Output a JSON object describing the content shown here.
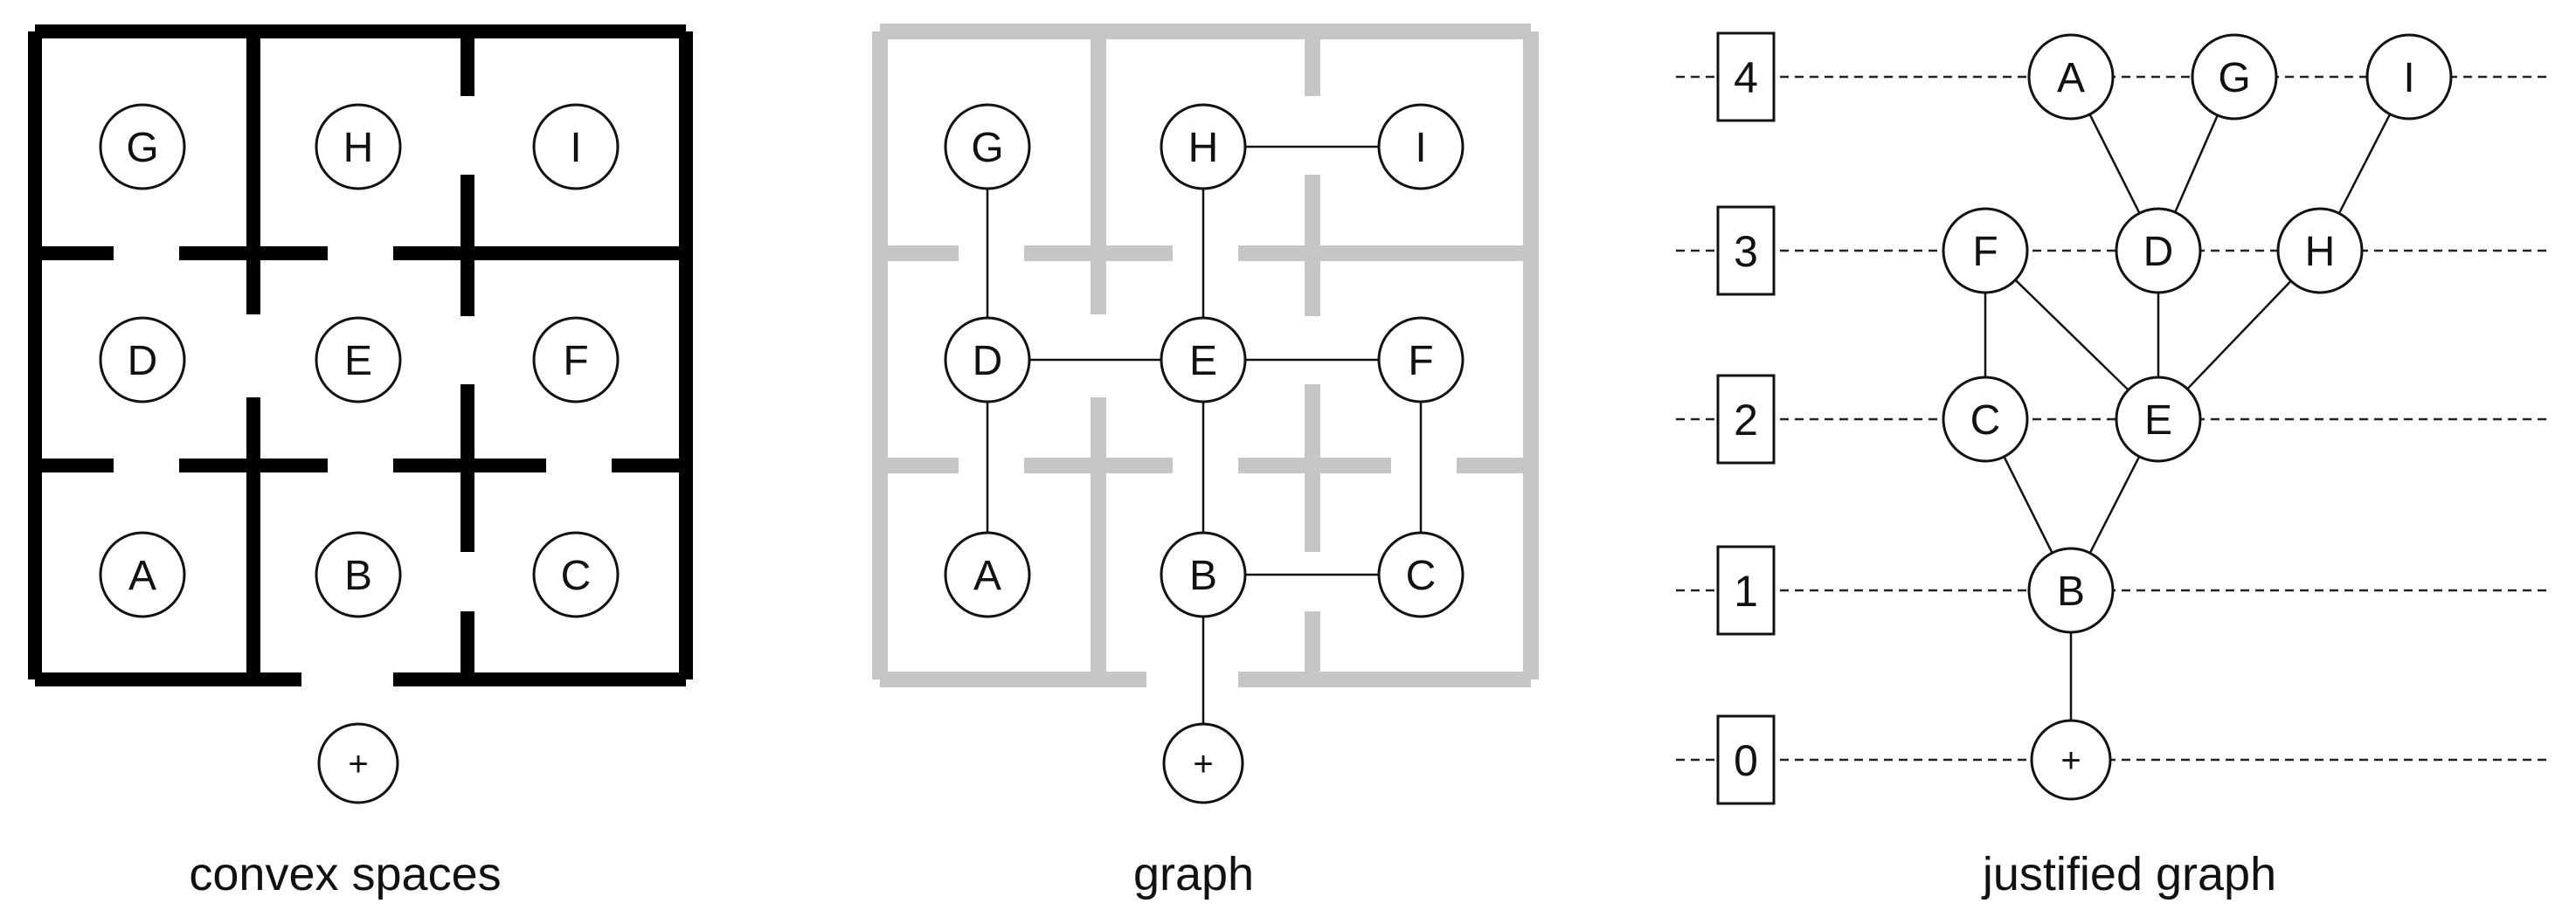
{
  "panels": {
    "convex": {
      "caption": "convex spaces",
      "nodes": [
        {
          "id": "G",
          "label": "G"
        },
        {
          "id": "H",
          "label": "H"
        },
        {
          "id": "I",
          "label": "I"
        },
        {
          "id": "D",
          "label": "D"
        },
        {
          "id": "E",
          "label": "E"
        },
        {
          "id": "F",
          "label": "F"
        },
        {
          "id": "A",
          "label": "A"
        },
        {
          "id": "B",
          "label": "B"
        },
        {
          "id": "C",
          "label": "C"
        },
        {
          "id": "plus",
          "label": "+"
        }
      ],
      "wall_color": "#000000"
    },
    "graph": {
      "caption": "graph",
      "nodes": [
        {
          "id": "G",
          "label": "G"
        },
        {
          "id": "H",
          "label": "H"
        },
        {
          "id": "I",
          "label": "I"
        },
        {
          "id": "D",
          "label": "D"
        },
        {
          "id": "E",
          "label": "E"
        },
        {
          "id": "F",
          "label": "F"
        },
        {
          "id": "A",
          "label": "A"
        },
        {
          "id": "B",
          "label": "B"
        },
        {
          "id": "C",
          "label": "C"
        },
        {
          "id": "plus",
          "label": "+"
        }
      ],
      "edges": [
        [
          "G",
          "D"
        ],
        [
          "D",
          "E"
        ],
        [
          "D",
          "A"
        ],
        [
          "H",
          "I"
        ],
        [
          "H",
          "E"
        ],
        [
          "E",
          "F"
        ],
        [
          "E",
          "B"
        ],
        [
          "F",
          "C"
        ],
        [
          "B",
          "C"
        ],
        [
          "B",
          "plus"
        ]
      ],
      "wall_color": "#c6c6c6"
    },
    "justified": {
      "caption": "justified graph",
      "levels": [
        "0",
        "1",
        "2",
        "3",
        "4"
      ],
      "nodes": [
        {
          "id": "A",
          "label": "A",
          "level": 4
        },
        {
          "id": "G",
          "label": "G",
          "level": 4
        },
        {
          "id": "I",
          "label": "I",
          "level": 4
        },
        {
          "id": "F",
          "label": "F",
          "level": 3
        },
        {
          "id": "D",
          "label": "D",
          "level": 3
        },
        {
          "id": "H",
          "label": "H",
          "level": 3
        },
        {
          "id": "C",
          "label": "C",
          "level": 2
        },
        {
          "id": "E",
          "label": "E",
          "level": 2
        },
        {
          "id": "B",
          "label": "B",
          "level": 1
        },
        {
          "id": "plus",
          "label": "+",
          "level": 0
        }
      ],
      "edges": [
        [
          "A",
          "D"
        ],
        [
          "G",
          "D"
        ],
        [
          "I",
          "H"
        ],
        [
          "F",
          "C"
        ],
        [
          "F",
          "E"
        ],
        [
          "D",
          "E"
        ],
        [
          "H",
          "E"
        ],
        [
          "C",
          "B"
        ],
        [
          "E",
          "B"
        ],
        [
          "B",
          "plus"
        ]
      ]
    }
  }
}
